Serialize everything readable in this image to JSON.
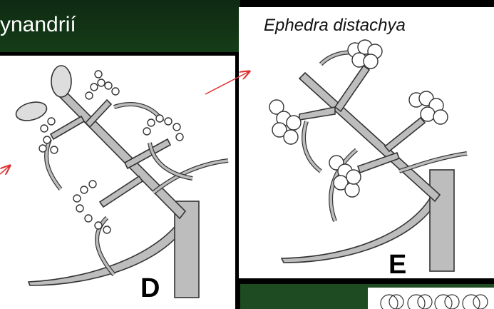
{
  "header": {
    "title": "ynandrií"
  },
  "figure_e": {
    "species": "Ephedra distachya",
    "letter": "E"
  },
  "figure_d": {
    "letter": "D"
  },
  "colors": {
    "stem_fill": "#bdbdbd",
    "stem_stroke": "#333333",
    "arrow": "#e03030",
    "header_green": "#153d18"
  }
}
